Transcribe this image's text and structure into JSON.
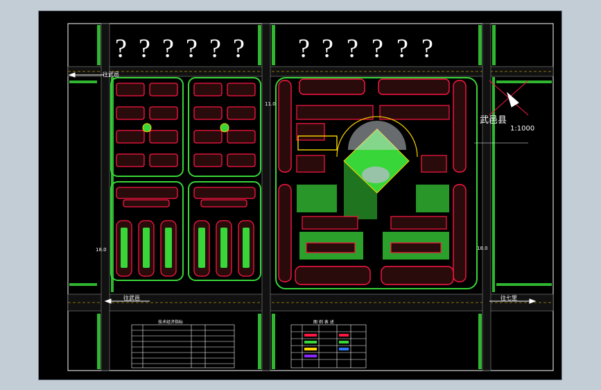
{
  "drawing": {
    "county": "武邑县",
    "scale": "1:1000",
    "road_west_upper": "往武邑",
    "road_west_lower": "往武邑",
    "road_east": "往七里",
    "road_width_top": "11.0",
    "road_width_east": "18.0",
    "road_width_west": "18.0",
    "table_left_title": "技术经济指标",
    "table_right_title": "图 例 表 述",
    "placeholder_mark": "?"
  },
  "colors": {
    "paper": "#000000",
    "frame": "#ffffff",
    "building": "#ff1744",
    "green": "#39d639",
    "road": "#9e9e9e",
    "text": "#ffffff",
    "accent": "#ffd600",
    "water": "#b0bec5"
  }
}
